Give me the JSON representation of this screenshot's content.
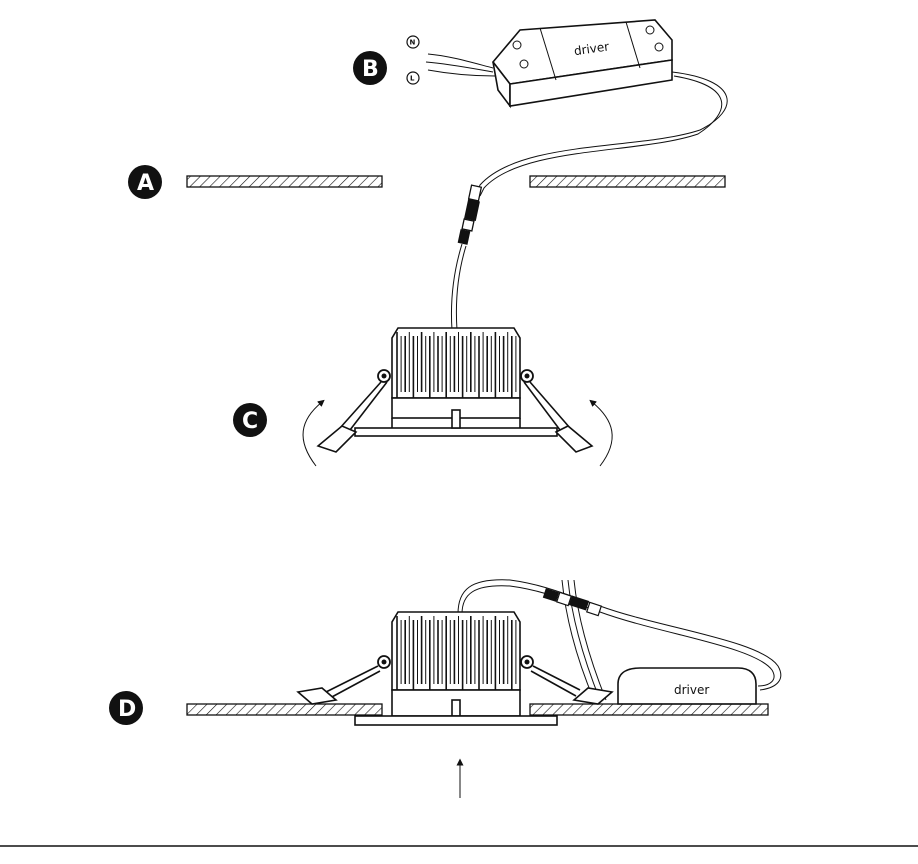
{
  "steps": {
    "a": "A",
    "b": "B",
    "c": "C",
    "d": "D"
  },
  "driver_label": "driver",
  "wire_labels": {
    "neutral": "N",
    "live": "L"
  },
  "colors": {
    "ink": "#111111",
    "background": "#ffffff"
  }
}
